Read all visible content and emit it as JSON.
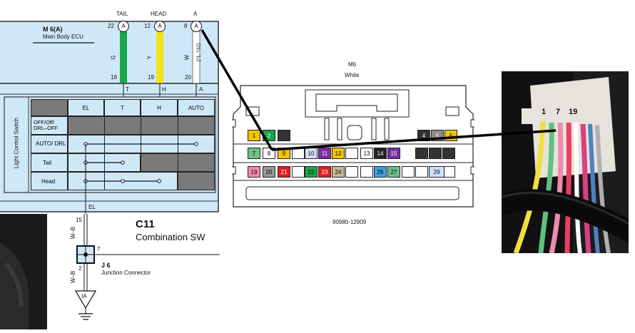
{
  "schematic": {
    "ecu_id": "M 6(A)",
    "ecu_name": "Main Body ECU",
    "terminals": [
      {
        "label": "TAIL",
        "pin": "22",
        "circle": "A",
        "wire_color_code": "G",
        "bottom_pin": "18",
        "branch": "T",
        "color": "#1aa64a"
      },
      {
        "label": "HEAD",
        "pin": "12",
        "circle": "A",
        "wire_color_code": "Y",
        "bottom_pin": "19",
        "branch": "H",
        "color": "#f2e21a"
      },
      {
        "label": "A",
        "pin": "8",
        "circle": "A",
        "wire_color_code": "W",
        "bottom_pin": "20",
        "branch": "A",
        "color": "#ffffff"
      }
    ],
    "note": "(*1, *32)",
    "switch_title": "Light Control Switch",
    "table_headers": [
      "EL",
      "T",
      "H",
      "AUTO"
    ],
    "table_rows": [
      "OFF/Off/ DRL–OFF",
      "AUTO/ DRL",
      "Tail",
      "Head"
    ],
    "el_label": "EL",
    "component_id": "C11",
    "component_name": "Combination SW",
    "wire_pin_top": "15",
    "wire_code": "W–B",
    "junction_pin_right": "7",
    "junction_pin_bottom": "2",
    "junction_id": "J 6",
    "junction_name": "Junction Connector",
    "ground_label": "IA",
    "colors": {
      "panel": "#cfe8f7",
      "dark_cell": "#7a7a7a",
      "border": "#333333"
    }
  },
  "connector": {
    "id": "M6",
    "color_name": "White",
    "part_number": "90980-12909",
    "pins": [
      {
        "n": "1",
        "color": "#f5c400",
        "text": "#000"
      },
      {
        "n": "2",
        "color": "#1aa64a",
        "text": "#fff"
      },
      {
        "n": "",
        "color": "#333333",
        "text": "#fff"
      },
      {
        "n": "4",
        "color": "#333333",
        "text": "#fff"
      },
      {
        "n": "5",
        "color": "#8c8c8c",
        "text": "#fff"
      },
      {
        "n": "6",
        "color": "#f5c400",
        "text": "#000"
      },
      {
        "n": "7",
        "color": "#6fbf8a",
        "text": "#000"
      },
      {
        "n": "8",
        "color": "#ffffff",
        "text": "#000"
      },
      {
        "n": "9",
        "color": "#f5c400",
        "text": "#000"
      },
      {
        "n": "10",
        "color": "#cfe0ff",
        "text": "#000"
      },
      {
        "n": "11",
        "color": "#7a2fa0",
        "text": "#fff"
      },
      {
        "n": "12",
        "color": "#f5c400",
        "text": "#000"
      },
      {
        "n": "13",
        "color": "#ffffff",
        "text": "#000"
      },
      {
        "n": "14",
        "color": "#222222",
        "text": "#fff"
      },
      {
        "n": "15",
        "color": "#7a2fa0",
        "text": "#fff"
      },
      {
        "n": "19",
        "color": "#f08ab0",
        "text": "#000"
      },
      {
        "n": "20",
        "color": "#9a9a9a",
        "text": "#000"
      },
      {
        "n": "21",
        "color": "#e02020",
        "text": "#fff"
      },
      {
        "n": "22",
        "color": "#1aa64a",
        "text": "#000"
      },
      {
        "n": "23",
        "color": "#e02020",
        "text": "#fff"
      },
      {
        "n": "24",
        "color": "#c8b89a",
        "text": "#000"
      },
      {
        "n": "26",
        "color": "#3aa0e0",
        "text": "#000"
      },
      {
        "n": "27",
        "color": "#6fbf8a",
        "text": "#000"
      },
      {
        "n": "29",
        "color": "#cfe0ff",
        "text": "#000"
      }
    ]
  },
  "photo": {
    "pin_labels": [
      "1",
      "7",
      "19"
    ]
  }
}
